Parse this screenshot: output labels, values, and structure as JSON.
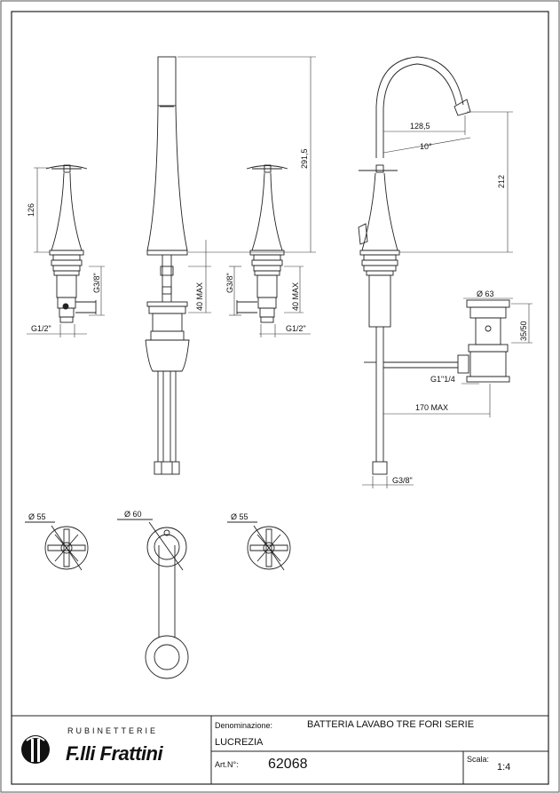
{
  "dimensions": {
    "h_126": "126",
    "h_2915": "291,5",
    "h_212": "212",
    "w_1285": "128,5",
    "angle_10": "10°",
    "d_63": "Ø 63",
    "h_3550": "35/50",
    "g_114": "G1\"1/4",
    "l_170max": "170 MAX",
    "g_38_left": "G3/8\"",
    "g_38_right": "G3/8\"",
    "g_38_bottom": "G3/8\"",
    "g_12_left": "G1/2\"",
    "g_12_right": "G1/2\"",
    "max_40_a": "40 MAX",
    "max_40_b": "40 MAX",
    "d_55_left": "Ø 55",
    "d_60": "Ø 60",
    "d_55_right": "Ø 55"
  },
  "title_block": {
    "brand_top": "RUBINETTERIE",
    "brand_name": "F.lli Frattini",
    "denominazione_label": "Denominazione:",
    "denominazione_value_1": "BATTERIA LAVABO TRE FORI SERIE",
    "denominazione_value_2": "LUCREZIA",
    "art_label": "Art.N°:",
    "art_value": "62068",
    "scala_label": "Scala:",
    "scala_value": "1:4"
  }
}
